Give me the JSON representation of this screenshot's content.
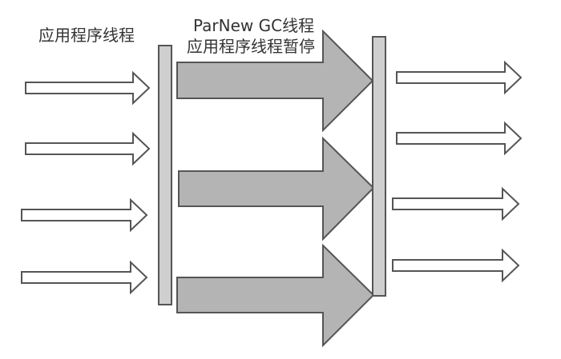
{
  "labels": {
    "app_threads": "应用程序线程",
    "gc_threads": "ParNew GC线程",
    "app_paused": "应用程序线程暂停"
  },
  "colors": {
    "outline": "#555555",
    "bar_fill": "#cfcfcf",
    "big_arrow_fill": "#b4b4b4",
    "small_arrow_fill": "#ffffff",
    "text": "#333333"
  }
}
